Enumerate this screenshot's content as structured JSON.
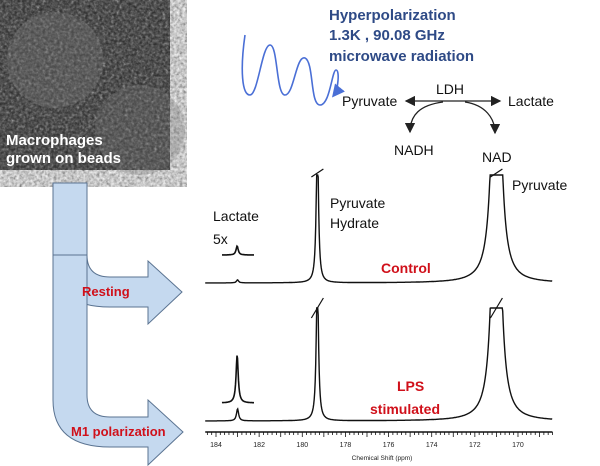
{
  "photo": {
    "caption_line1": "Macrophages",
    "caption_line2": "grown on beads"
  },
  "hyperpolarization": {
    "line1": "Hyperpolarization",
    "line2": "1.3K , 90.08 GHz",
    "line3": "microwave radiation",
    "color": "#2e4a86"
  },
  "reaction": {
    "substrate": "Pyruvate",
    "enzyme": "LDH",
    "product": "Lactate",
    "cofactor_in": "NADH",
    "cofactor_out": "NAD"
  },
  "arrows": {
    "resting": "Resting",
    "m1": "M1 polarization",
    "label_color": "#d0101a",
    "fill": "#c5d9ef"
  },
  "chart_data": {
    "type": "line",
    "xlabel": "Chemical Shift (ppm)",
    "xlim": [
      184.5,
      168.4
    ],
    "x_reversed": true,
    "ticks": [
      "184",
      "182",
      "180",
      "178",
      "176",
      "174",
      "172",
      "170"
    ],
    "peak_labels": {
      "lactate": "Lactate",
      "zoom_factor": "5x",
      "pyruvate_hydrate_line1": "Pyruvate",
      "pyruvate_hydrate_line2": "Hydrate",
      "pyruvate": "Pyruvate"
    },
    "series": [
      {
        "name": "Control",
        "peaks_ppm": [
          183.0,
          179.3,
          171.0
        ],
        "relative_heights": [
          0.03,
          1.5,
          4.0
        ],
        "lactate_inset_height": 0.15
      },
      {
        "name": "LPS stimulated",
        "name_line1": "LPS",
        "name_line2": "stimulated",
        "peaks_ppm": [
          183.0,
          179.3,
          171.0
        ],
        "relative_heights": [
          0.12,
          1.5,
          4.0
        ],
        "lactate_inset_height": 0.6
      }
    ],
    "label_color": "#d0101a"
  }
}
